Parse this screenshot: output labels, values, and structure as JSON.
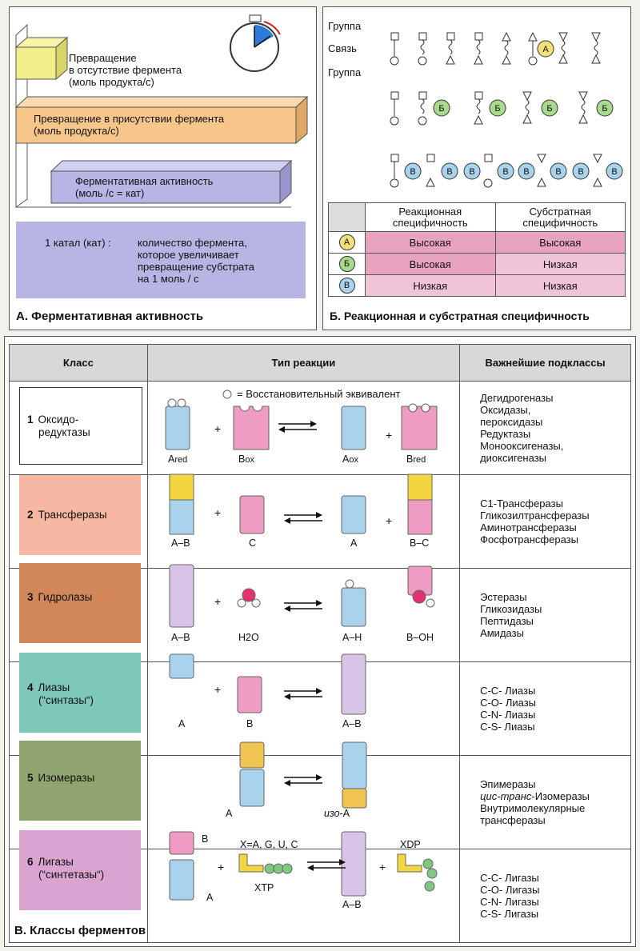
{
  "panelA": {
    "caption": "А. Ферментативная активность",
    "box1": "Превращение в отсутствие фермента (моль продукта/с)",
    "box1_l1": "Превращение",
    "box1_l2": "в отсутствие фермента",
    "box1_l3": "(моль продукта/с)",
    "box2_l1": "Превращение в присутствии фермента",
    "box2_l2": "(моль продукта/с)",
    "box3_l1": "Ферментативная  активность",
    "box3_l2": "(моль /с = кат)",
    "katal_term": "1 катал (кат) :",
    "katal_def_l1": "количество фермента,",
    "katal_def_l2": "которое увеличивает",
    "katal_def_l3": "превращение субстрата",
    "katal_def_l4": "на 1 моль / с",
    "colors": {
      "yellow": "#f2ee8a",
      "orange": "#f6c68a",
      "lilac": "#b7b5e3"
    }
  },
  "panelB": {
    "caption": "Б. Реакционная и субстратная специфичность",
    "row_labels": [
      "Группа",
      "Связь",
      "Группа"
    ],
    "col_reaction_l1": "Реакционная",
    "col_reaction_l2": "специфичность",
    "col_substrate_l1": "Субстратная",
    "col_substrate_l2": "специфичность",
    "rows": [
      {
        "letter": "А",
        "reaction": "Высокая",
        "substrate": "Высокая",
        "color": "#f4e07a"
      },
      {
        "letter": "Б",
        "reaction": "Высокая",
        "substrate": "Низкая",
        "color": "#a9d98a"
      },
      {
        "letter": "В",
        "reaction": "Низкая",
        "substrate": "Низкая",
        "color": "#a9d3ec"
      }
    ]
  },
  "panelV": {
    "caption": "В. Классы ферментов",
    "headers": {
      "class": "Класс",
      "type": "Тип реакции",
      "subclasses": "Важнейшие подклассы"
    },
    "legend": "= Восстановительный эквивалент",
    "classes": [
      {
        "num": "1",
        "name_l1": "Оксидо-",
        "name_l2": "редуктазы",
        "color": "#ffffff",
        "labels": [
          "A",
          "red",
          "B",
          "ox",
          "A",
          "ox",
          "B",
          "red"
        ],
        "subclasses": [
          "Дегидрогеназы",
          "Оксидазы,",
          "пероксидазы",
          "Редуктазы",
          "Монооксигеназы,",
          "диоксигеназы"
        ]
      },
      {
        "num": "2",
        "name_l1": "Трансферазы",
        "name_l2": "",
        "color": "#f6b8a2",
        "labels": [
          "A–B",
          "C",
          "A",
          "B–C"
        ],
        "subclasses": [
          "C1-Трансферазы",
          "Гликозилтрансферазы",
          "Аминотрансферазы",
          "Фосфотрансферазы"
        ]
      },
      {
        "num": "3",
        "name_l1": "Гидролазы",
        "name_l2": "",
        "color": "#d2875a",
        "labels": [
          "A–B",
          "H2O",
          "A–H",
          "B–OH"
        ],
        "subclasses": [
          "Эстеразы",
          "Гликозидазы",
          "Пептидазы",
          "Амидазы"
        ]
      },
      {
        "num": "4",
        "name_l1": "Лиазы",
        "name_l2": "(“синтазы“)",
        "color": "#7ec8b9",
        "labels": [
          "A",
          "B",
          "A–B"
        ],
        "subclasses": [
          "C-C- Лиазы",
          "C-O- Лиазы",
          "C-N- Лиазы",
          "C-S- Лиазы"
        ]
      },
      {
        "num": "5",
        "name_l1": "Изомеразы",
        "name_l2": "",
        "color": "#8fa46e",
        "labels": [
          "A",
          "изо",
          "-A"
        ],
        "subclasses_l1": "Эпимеразы",
        "subclasses_l2a": "цис-транс",
        "subclasses_l2b": "-Изомеразы",
        "subclasses_l3": "Внутримолекулярные",
        "subclasses_l4": "трансферазы"
      },
      {
        "num": "6",
        "name_l1": "Лигазы",
        "name_l2": "(“синтетазы“)",
        "color": "#d9a4d0",
        "labels": [
          "B",
          "A",
          "X=A, G, U, C",
          "XTP",
          "A–B",
          "XDP"
        ],
        "subclasses": [
          "C-C- Лигазы",
          "C-O- Лигазы",
          "C-N- Лигазы",
          "C-S- Лигазы"
        ]
      }
    ]
  }
}
